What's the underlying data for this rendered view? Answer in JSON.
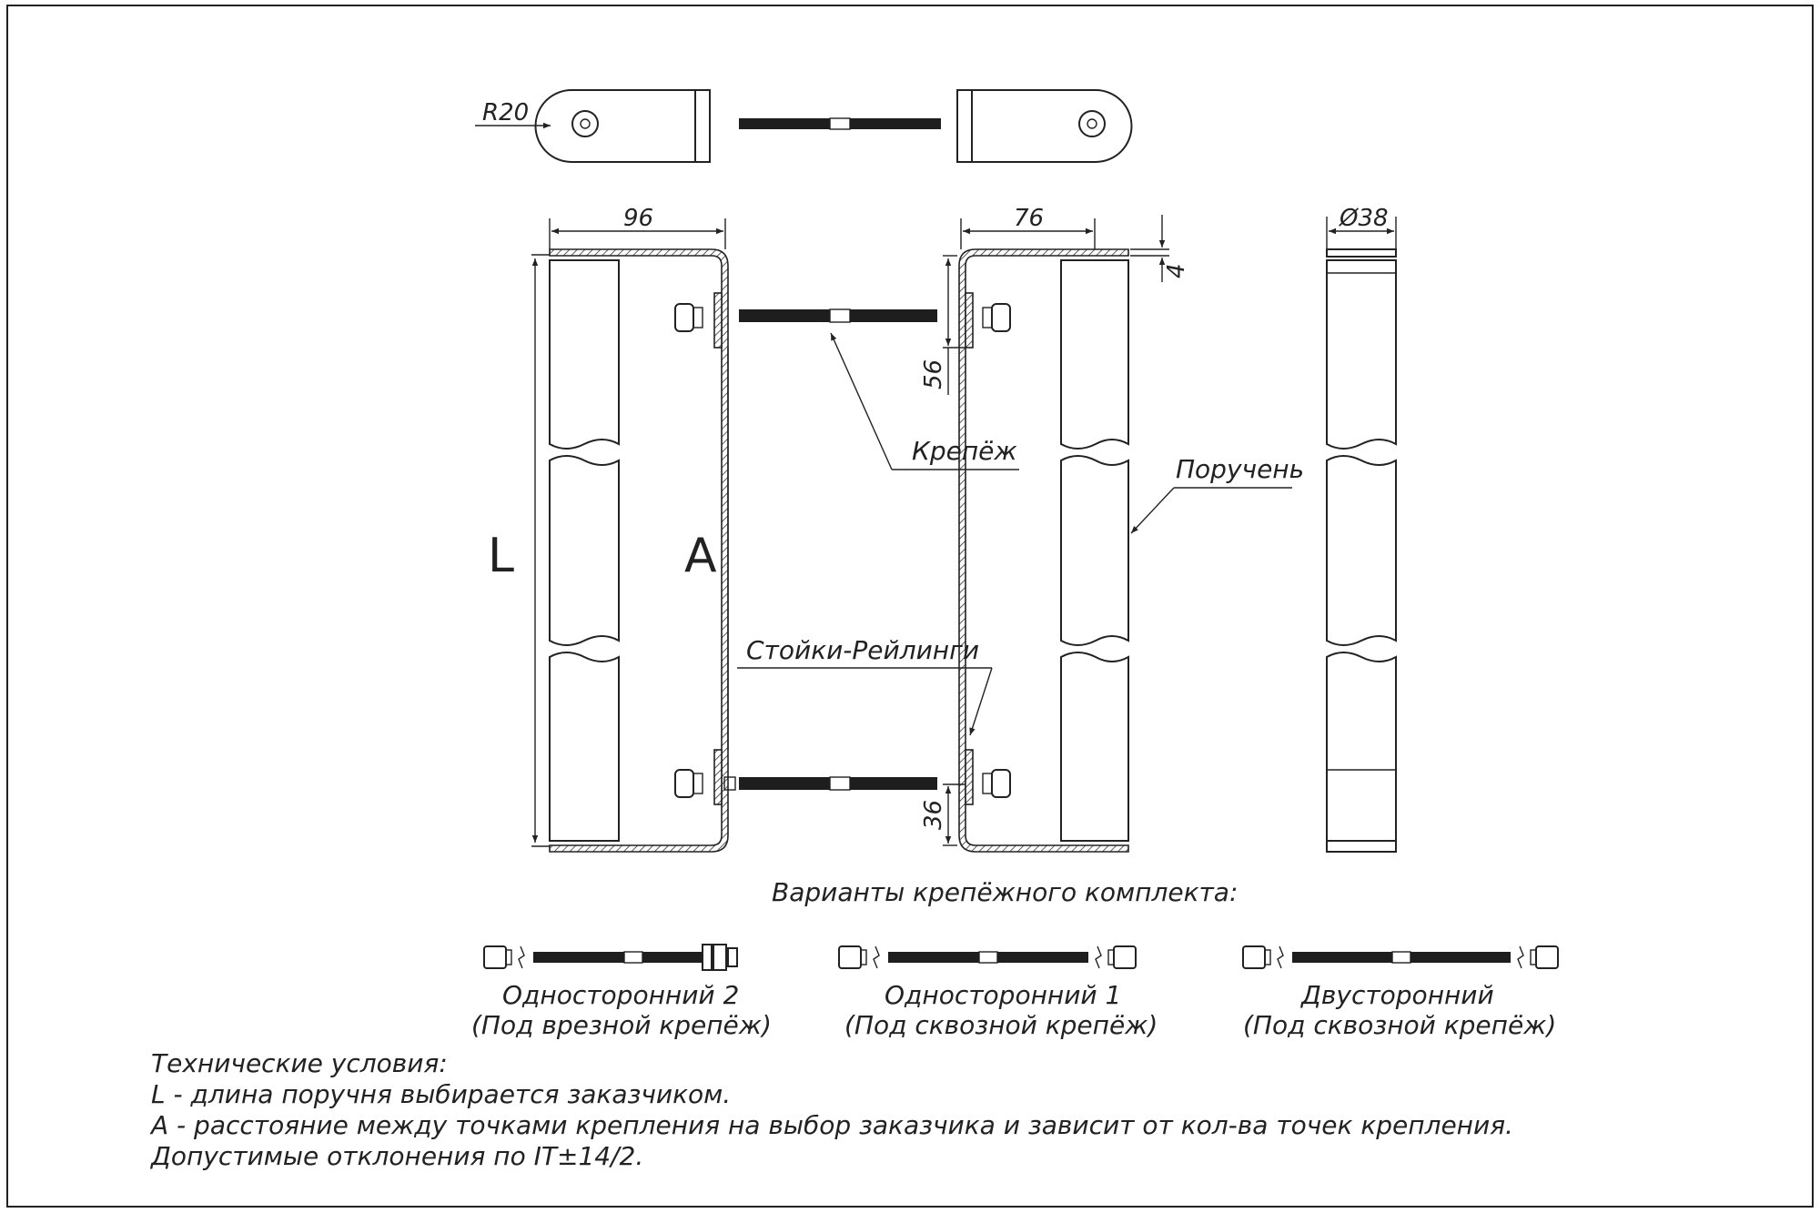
{
  "dimensions": {
    "radius": "R20",
    "width_left": "96",
    "width_right": "76",
    "diameter": "Ø38",
    "thickness": "4",
    "offset_top": "56",
    "offset_bottom": "36",
    "length": "L",
    "spacing": "A"
  },
  "labels": {
    "fastener": "Крепёж",
    "handrail": "Поручень",
    "posts": "Стойки-Рейлинги"
  },
  "kit": {
    "title": "Варианты крепёжного комплекта:",
    "variants": [
      {
        "name": "Односторонний 2",
        "note": "(Под врезной крепёж)"
      },
      {
        "name": "Односторонний 1",
        "note": "(Под сквозной крепёж)"
      },
      {
        "name": "Двусторонний",
        "note": "(Под сквозной крепёж)"
      }
    ]
  },
  "specs": {
    "title": "Технические условия:",
    "lines": [
      "L - длина поручня выбирается заказчиком.",
      "A - расстояние между точками крепления на выбор заказчика и зависит от кол-ва точек крепления.",
      "Допустимые отклонения по IT±14/2."
    ]
  }
}
